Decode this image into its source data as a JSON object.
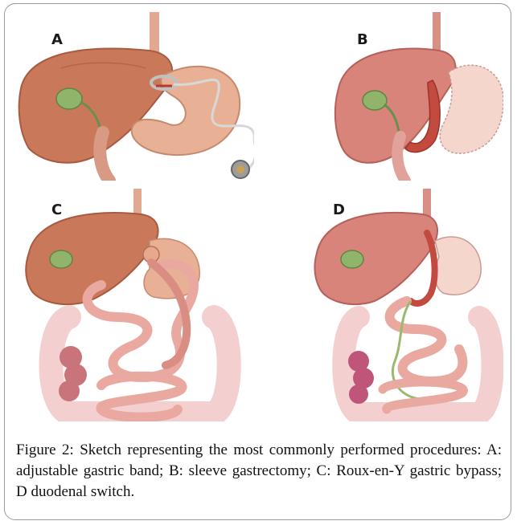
{
  "figure": {
    "panels": [
      {
        "id": "A",
        "label": "A",
        "procedure": "adjustable gastric band"
      },
      {
        "id": "B",
        "label": "B",
        "procedure": "sleeve gastrectomy"
      },
      {
        "id": "C",
        "label": "C",
        "procedure": "Roux-en-Y gastric bypass"
      },
      {
        "id": "D",
        "label": "D",
        "procedure": "duodenal switch"
      }
    ],
    "caption": "Figure 2: Sketch representing the most commonly performed procedures: A: adjustable gastric band; B: sleeve gastrectomy; C: Roux-en-Y gastric bypass; D duodenal switch.",
    "colors": {
      "liver": "#c9785a",
      "liver_dark": "#a85a40",
      "stomach": "#e8b195",
      "stomach_pale": "#f4d6cc",
      "intestine": "#e9a9a0",
      "colon": "#f3cfd0",
      "gallbladder": "#8fb46a",
      "band_tube": "#d8d8d8",
      "frame_border": "#9a9a9a"
    }
  }
}
